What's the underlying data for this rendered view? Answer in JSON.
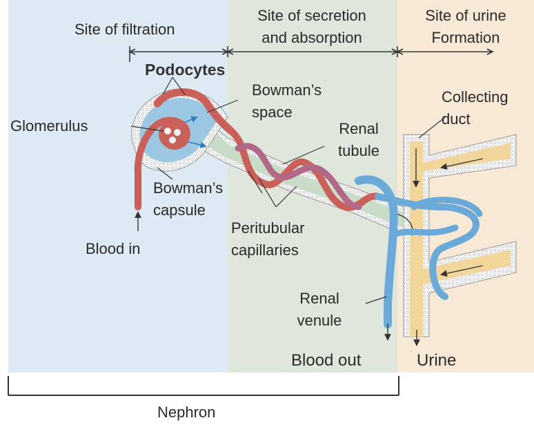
{
  "zones": {
    "filtration": "Site of filtration",
    "secretion_line1": "Site of secretion",
    "secretion_line2": "and absorption",
    "urine_line1": "Site of urine",
    "urine_line2": "Formation"
  },
  "labels": {
    "podocytes": "Podocytes",
    "bowmans_space_line1": "Bowman’s",
    "bowmans_space_line2": "space",
    "glomerulus": "Glomerulus",
    "renal_tubule_line1": "Renal",
    "renal_tubule_line2": "tubule",
    "collecting_duct_line1": "Collecting",
    "collecting_duct_line2": "duct",
    "bowmans_capsule_line1": "Bowman’s",
    "bowmans_capsule_line2": "capsule",
    "blood_in": "Blood in",
    "peritubular_line1": "Peritubular",
    "peritubular_line2": "capillaries",
    "renal_venule_line1": "Renal",
    "renal_venule_line2": "venule",
    "blood_out": "Blood out",
    "urine": "Urine",
    "nephron": "Nephron"
  },
  "colors": {
    "zone_filtration": "#dde9f3",
    "zone_secretion": "#dfe6dc",
    "zone_urine": "#f7e9d6",
    "artery": "#c9605a",
    "vein": "#6aa9d8",
    "capsule": "#9cc7e3",
    "duct": "#f2d59a",
    "tubule_fluid": "#c8dcc8"
  }
}
